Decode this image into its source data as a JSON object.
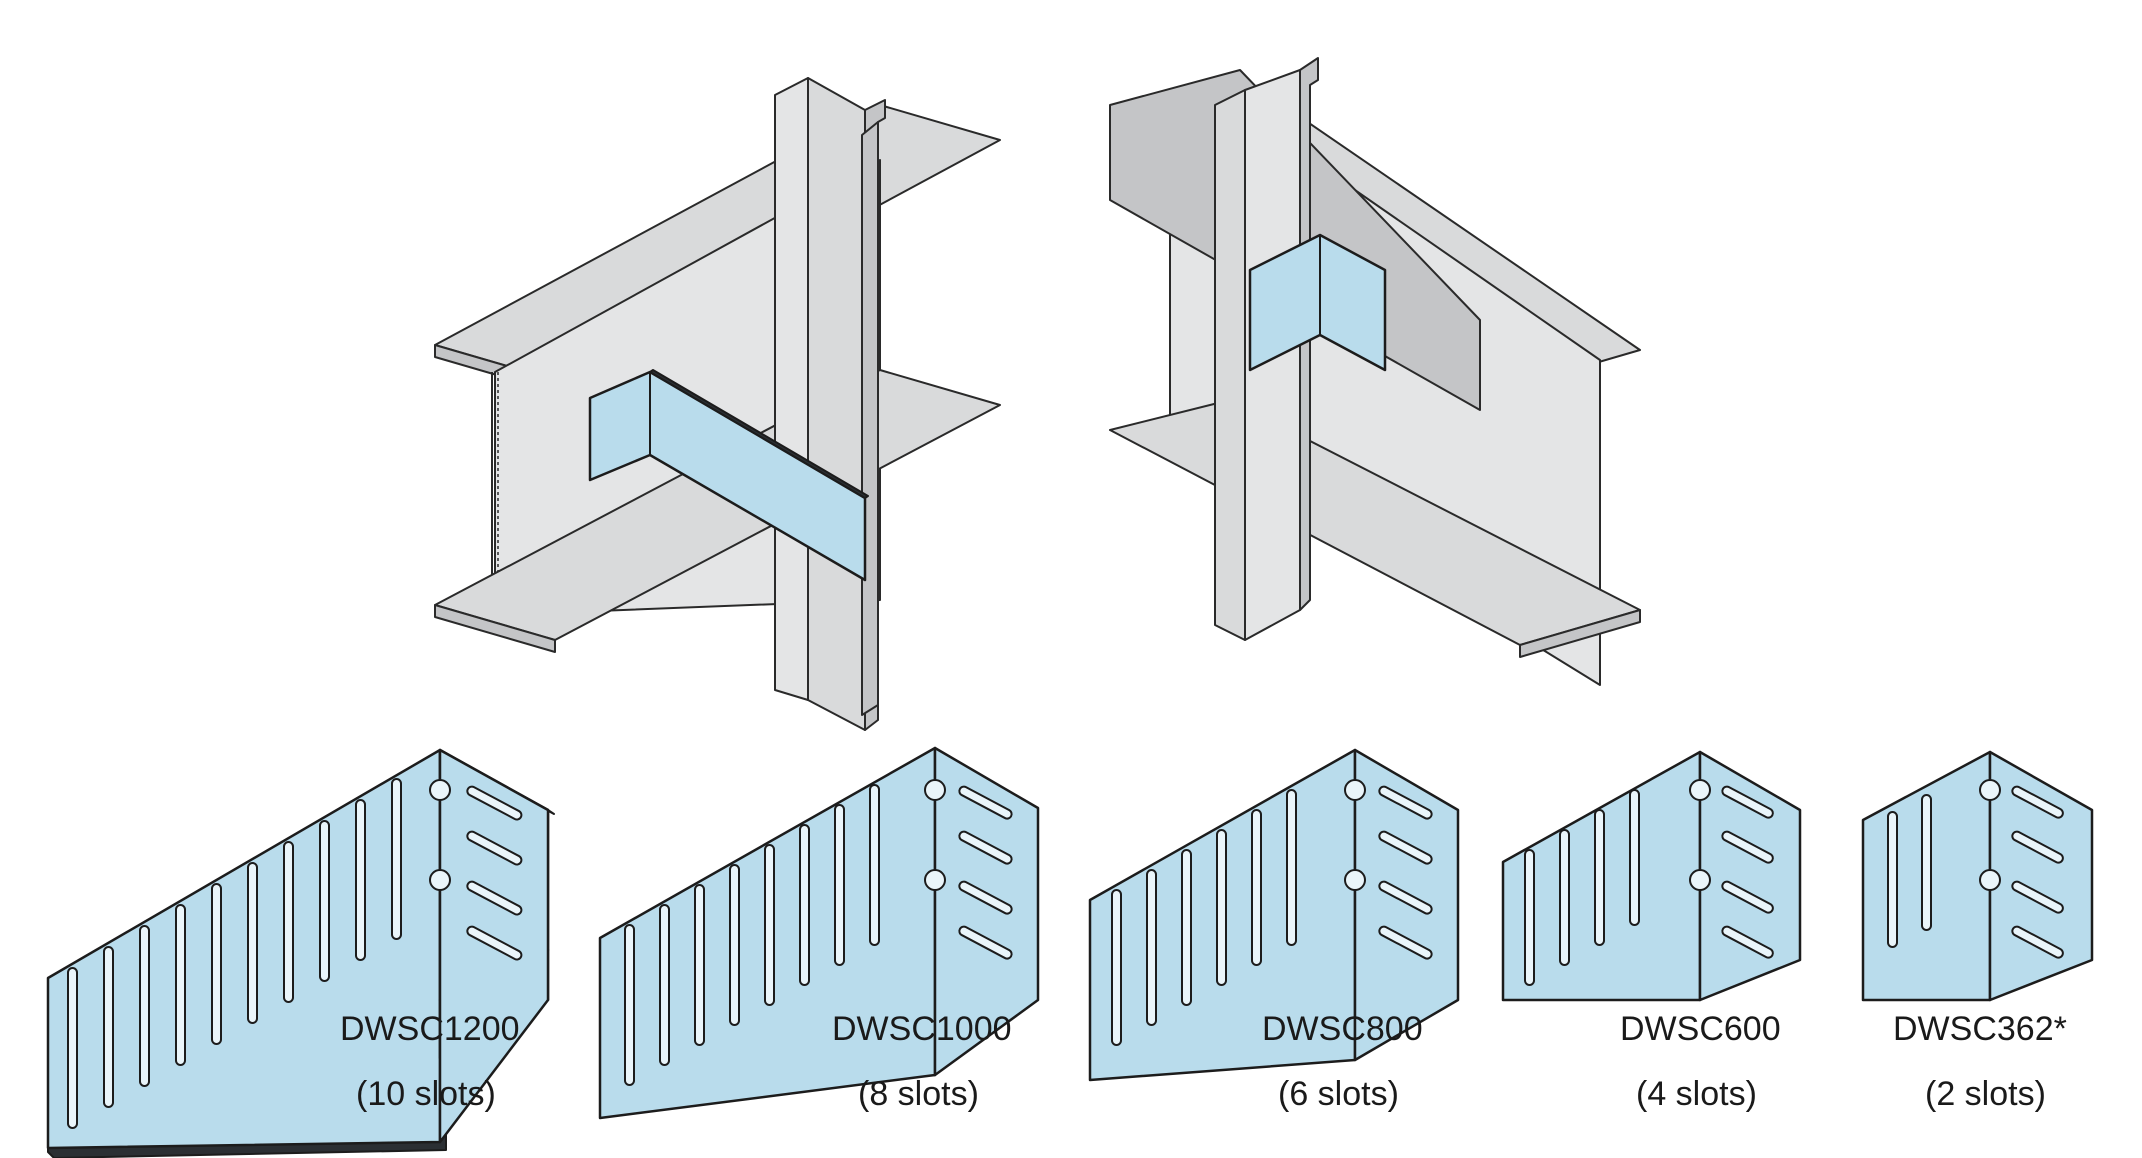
{
  "products": [
    {
      "model": "DWSC1200",
      "slots": "(10 slots)"
    },
    {
      "model": "DWSC1000",
      "slots": "(8 slots)"
    },
    {
      "model": "DWSC800",
      "slots": "(6 slots)"
    },
    {
      "model": "DWSC600",
      "slots": "(4 slots)"
    },
    {
      "model": "DWSC362*",
      "slots": "(2 slots)"
    }
  ],
  "colors": {
    "clip": "#b9dcec",
    "steel": "#d9dadb",
    "outline": "#1c1c1c"
  }
}
